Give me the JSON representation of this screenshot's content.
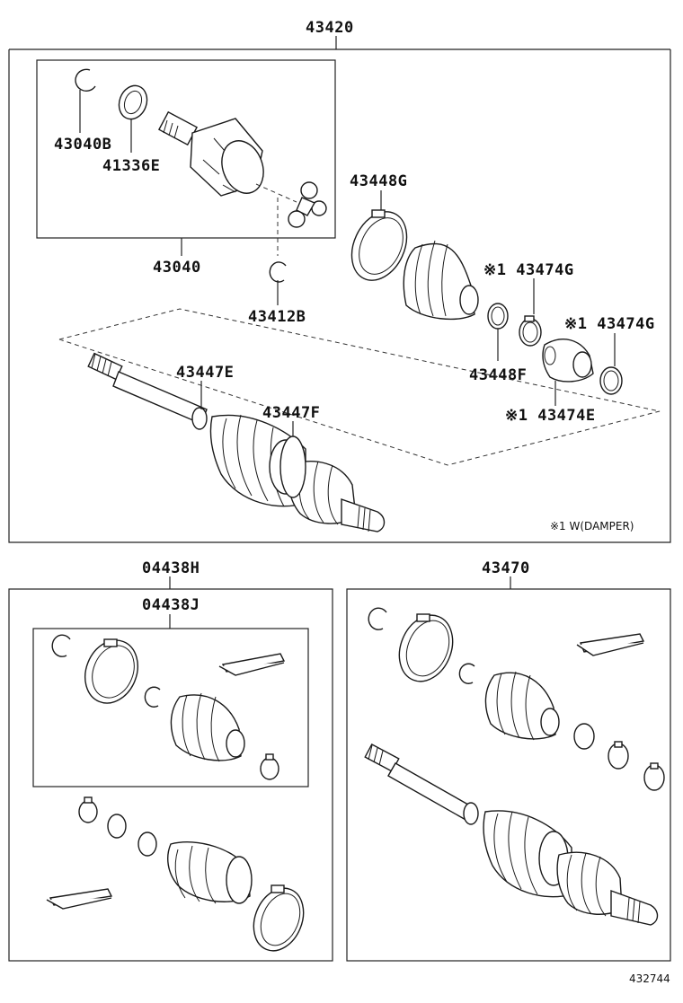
{
  "diagram_id": "432744",
  "labels": {
    "assembly_main": "43420",
    "inner_joint_set": "43040",
    "snap_ring": "43040B",
    "seal": "41336E",
    "inner_clip": "43412B",
    "inner_boot_clamp_large": "43448G",
    "inner_boot_clamp_small": "43448F",
    "damper_clamp_a": "※1 43474G",
    "damper_clamp_b": "※1 43474G",
    "damper": "※1 43474E",
    "outer_clamp_small": "43447E",
    "outer_clamp_large": "43447F",
    "footnote": "※1 W(DAMPER)",
    "boot_kit_outer": "04438H",
    "boot_kit_inner": "04438J",
    "shaft_assembly": "43470"
  }
}
